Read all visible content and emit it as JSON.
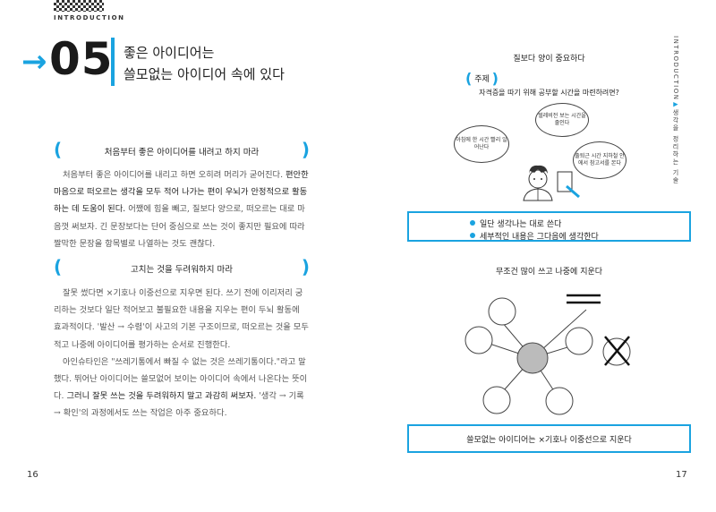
{
  "header": {
    "label": "INTRODUCTION"
  },
  "chapter": {
    "arrow_glyph": "→",
    "number": "05",
    "title_line1": "좋은 아이디어는",
    "title_line2": "쓸모없는 아이디어 속에 있다"
  },
  "left": {
    "section1": {
      "title": "처음부터 좋은 아이디어를 내려고 하지 마라",
      "p1_a": "처음부터 좋은 아이디어를 내리고 하면 오히려 머리가 굳어진다. ",
      "p1_hl": "편안한 마음으로 떠오르는 생각을 모두 적어 나가는 편이 우뇌가 안정적으로 활동하는 데 도움이 된다.",
      "p1_b": " 어쨌에 힘을 빼고, 질보다 양으로, 떠오르는 대로 마음껏 써보자. 긴 문장보다는 단어 중심으로 쓰는 것이 좋지만 필요에 따라 짤막한 문장을 항목별로 나열하는 것도 괜찮다."
    },
    "section2": {
      "title": "고치는 것을 두려워하지 마라",
      "p1": "잘못 썼다면 ×기호나 이중선으로 지우면 된다. 쓰기 전에 이리저리 궁리하는 것보다 일단 적어보고 불필요한 내용을 지우는 편이 두뇌 활동에 효과적이다. '발산 → 수렴'이 사고의 기본 구조이므로, 떠오르는 것을 모두 적고 나중에 아이디어를 평가하는 순서로 진행한다.",
      "p2_a": "아인슈타인은 \"쓰레기통에서 빠질 수 없는 것은 쓰레기통이다.\"라고 말했다. 뛰어난 아이디어는 쓸모없어 보이는 아이디어 속에서 나온다는 뜻이다. ",
      "p2_hl": "그러니 잘못 쓰는 것을 두려워하지 말고 과감히 써보자.",
      "p2_b": " '생각 → 기록 → 확인'의 과정에서도 쓰는 작업은 아주 중요하다."
    },
    "page_number": "16"
  },
  "right": {
    "caption1": "질보다 양이 중요하다",
    "topic_label": "주제",
    "topic_text": "자격증을 따기 위해 공부할 시간을 마련하려면?",
    "bubbles": [
      "아침에 한 시간 빨리 일어난다",
      "텔레비전 보는 시간을 줄인다",
      "출퇴근 시간 지하철 안에서 참고서를 본다"
    ],
    "box1_bullets": [
      "일단 생각나는 대로 쓴다",
      "세부적인 내용은 그다음에 생각한다"
    ],
    "caption2": "무조건 많이 쓰고 나중에 지운다",
    "box2_text": "쓸모없는 아이디어는 ×기호나 이중선으로 지운다",
    "page_number": "17",
    "side_label": "INTRODUCTION",
    "side_marker": "▶",
    "side_title": "생각을 정리하는 기술"
  },
  "colors": {
    "accent": "#1aa3e0",
    "node_fill": "#bbbbbb"
  }
}
